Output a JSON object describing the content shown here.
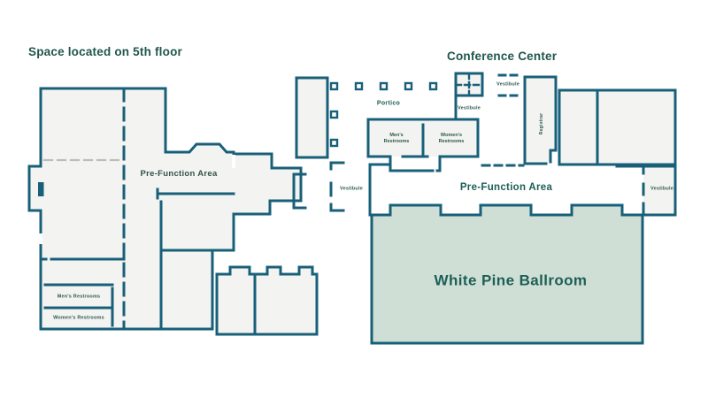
{
  "colors": {
    "wall": "#186079",
    "room_fill": "#f3f4f1",
    "ballroom_fill": "#cfdfd5",
    "title_text": "#1f564c",
    "accent_text": "#1d5f56",
    "small_text": "#2d564f",
    "gray_dash": "#b9beba"
  },
  "left_plan": {
    "title": "Space located on 5th floor",
    "labels": {
      "prefunction": "Pre-Function Area",
      "mens_restrooms": "Men's Restrooms",
      "womens_restrooms": "Women's Restrooms"
    }
  },
  "conference_center": {
    "title": "Conference Center",
    "labels": {
      "portico": "Portico",
      "vestibule_top": "Vestibule",
      "vestibule_inner": "Vestibule",
      "vestibule_left": "Vestibule",
      "vestibule_right": "Vestibule",
      "registrar": "Registrar",
      "mens_restrooms": "Men's Restrooms",
      "womens_restrooms": "Women's Restrooms",
      "prefunction": "Pre-Function Area",
      "ballroom": "White Pine Ballroom"
    }
  }
}
